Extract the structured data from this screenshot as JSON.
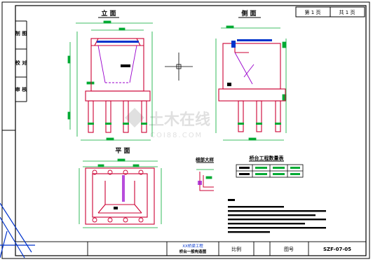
{
  "drawing": {
    "views": {
      "front": "立 面",
      "side": "侧 面",
      "plan": "平 面",
      "detail": "细部大样"
    },
    "header_pages": [
      "第 1 页",
      "共 1 页"
    ],
    "side_labels": [
      "制 图",
      "校 对",
      "审 核"
    ],
    "table_title": "桥台工程数量表",
    "title_block": {
      "project": "XX桥梁工程",
      "sheet_title": "桥台一般构造图",
      "scale_label": "比例",
      "no_label": "图号",
      "drawing_no": "SZF-07-05"
    },
    "watermark": {
      "cn": "土木在线",
      "en": "COI88.COM"
    }
  },
  "colors": {
    "outline": "#cc0033",
    "dim": "#00aa33",
    "note": "#0033cc",
    "hatch": "#9900cc"
  }
}
